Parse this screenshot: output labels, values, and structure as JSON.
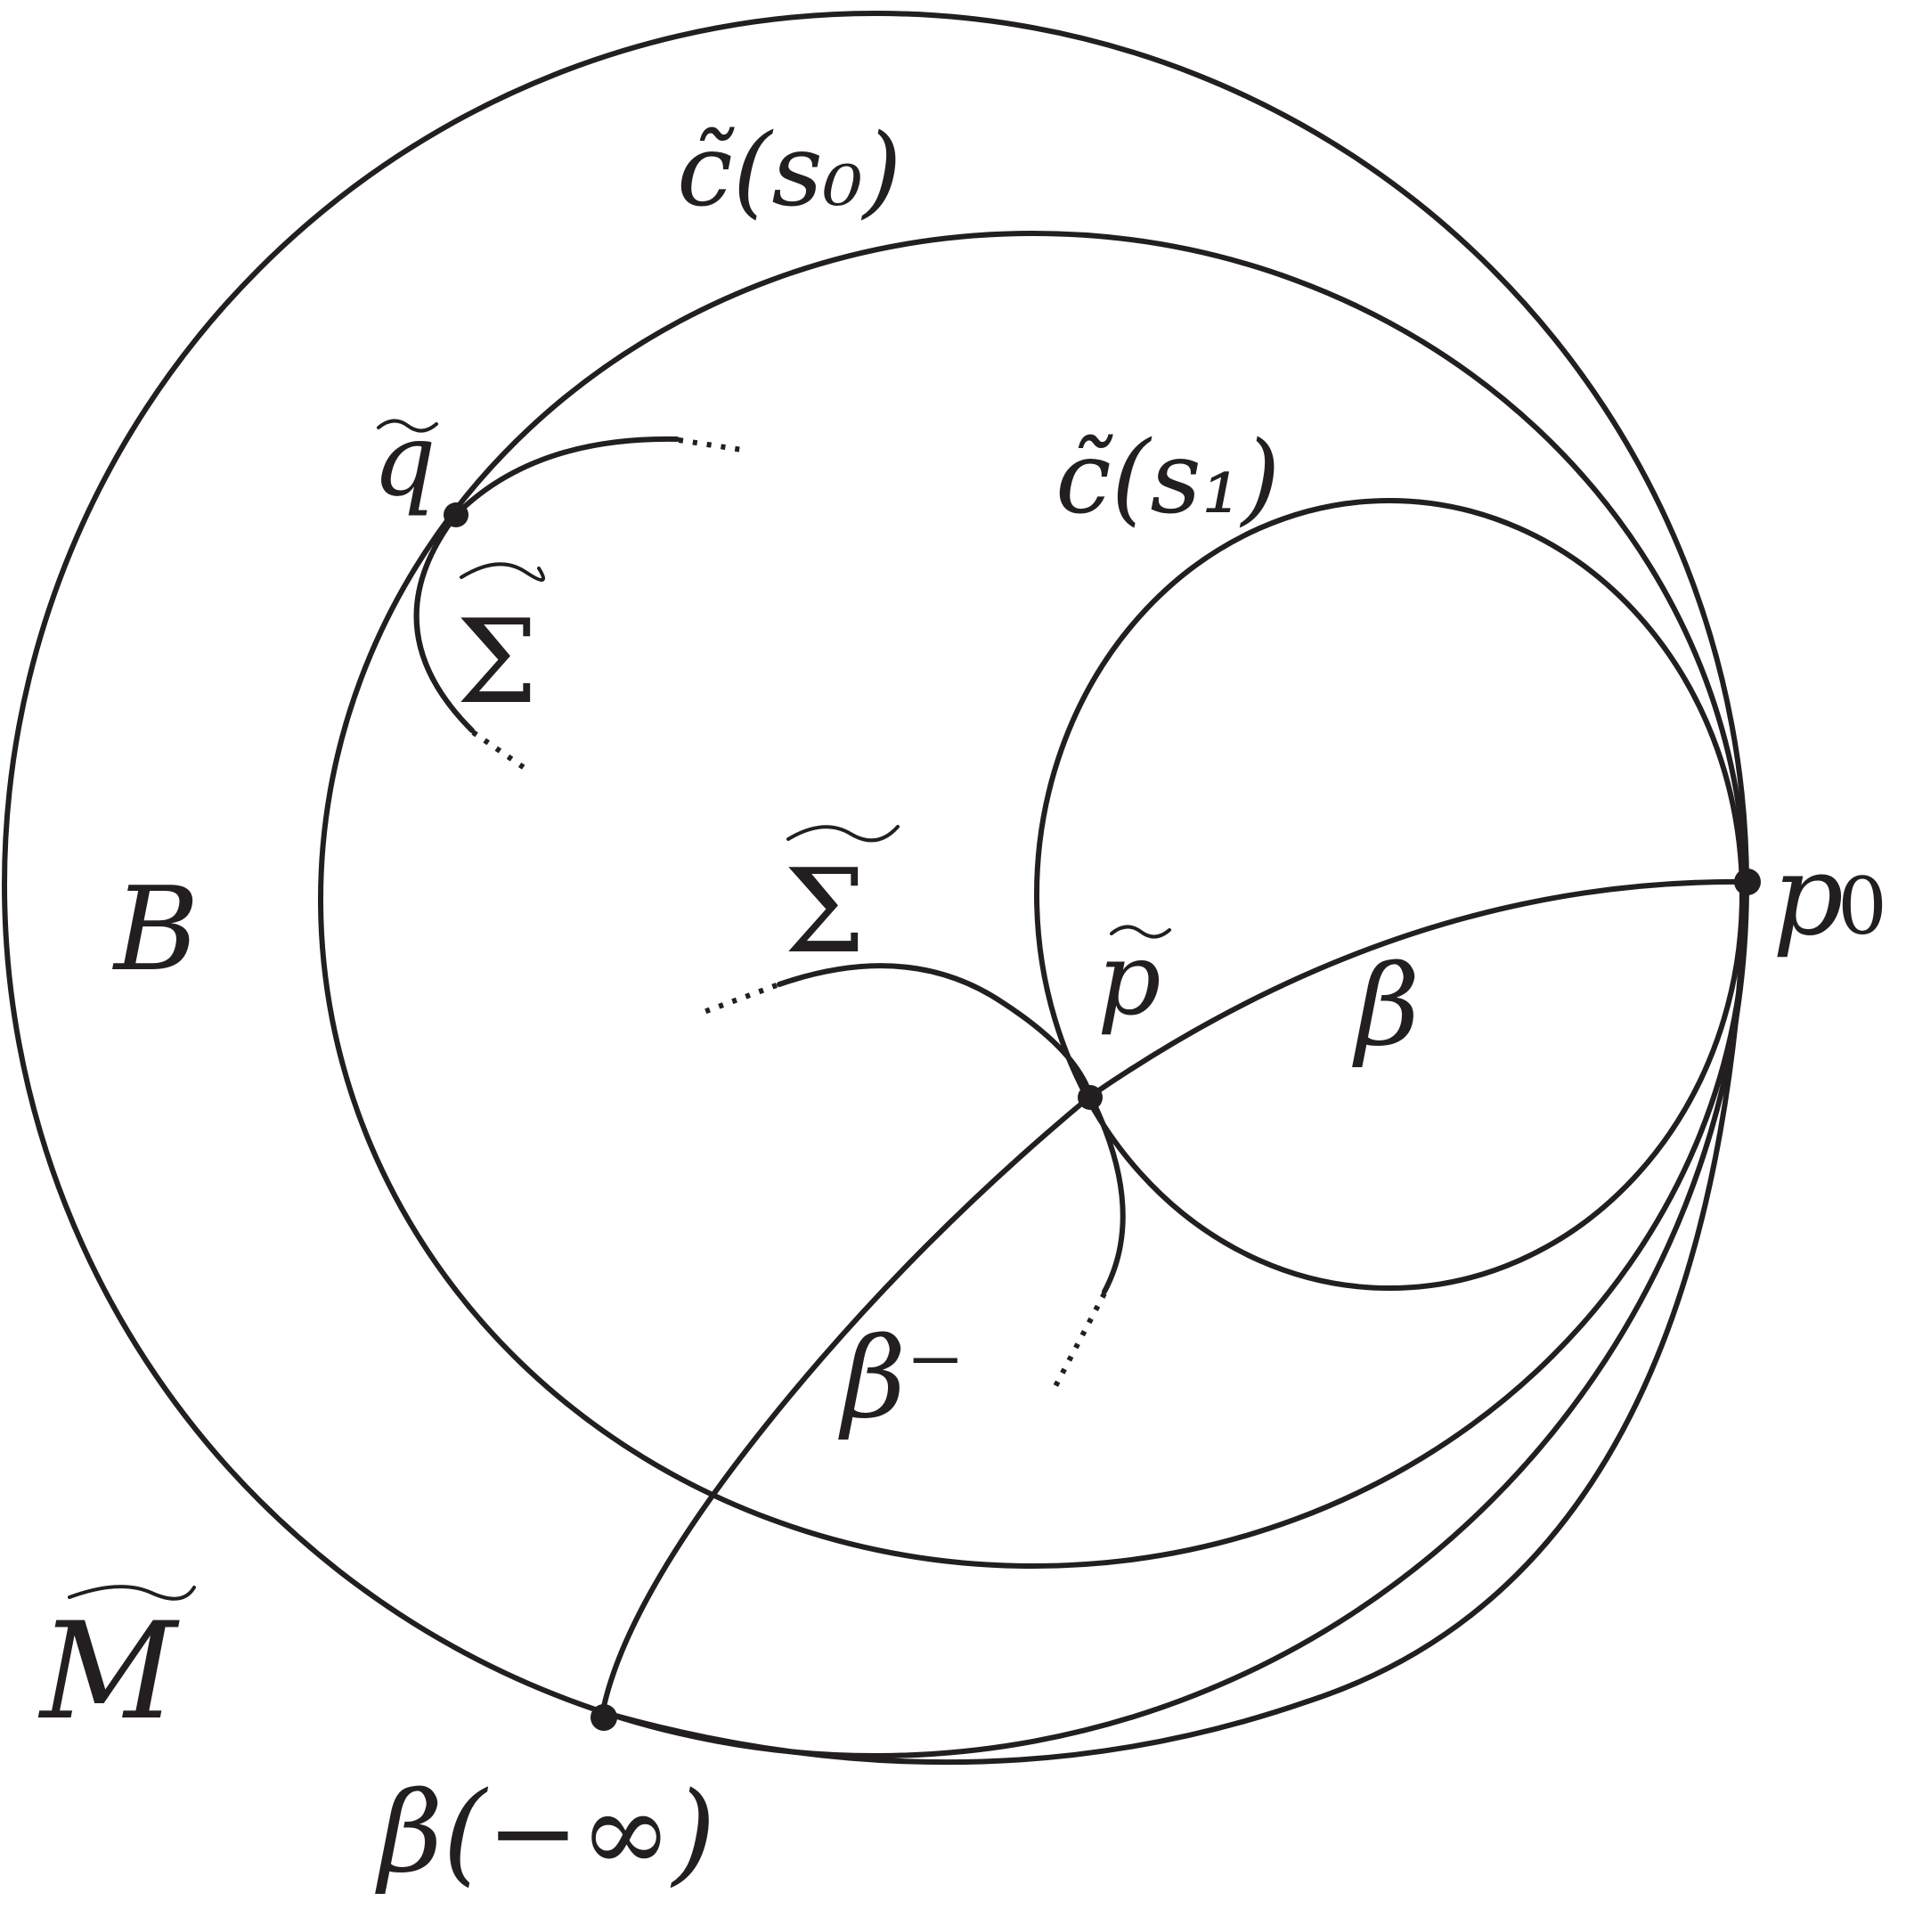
{
  "labels": {
    "c_s0": "c̃(s₀)",
    "c_s1": "c̃(s₁)",
    "q": "q",
    "sigma_top": "Σ",
    "sigma_mid": "Σ",
    "B": "B",
    "p": "p",
    "p0": "p",
    "p0_sub": "0",
    "beta": "β",
    "beta_minus": "β⁻",
    "manifold": "M",
    "beta_minus_inf": "β(−∞)"
  },
  "colors": {
    "stroke": "#231f20",
    "background": "#ffffff"
  }
}
